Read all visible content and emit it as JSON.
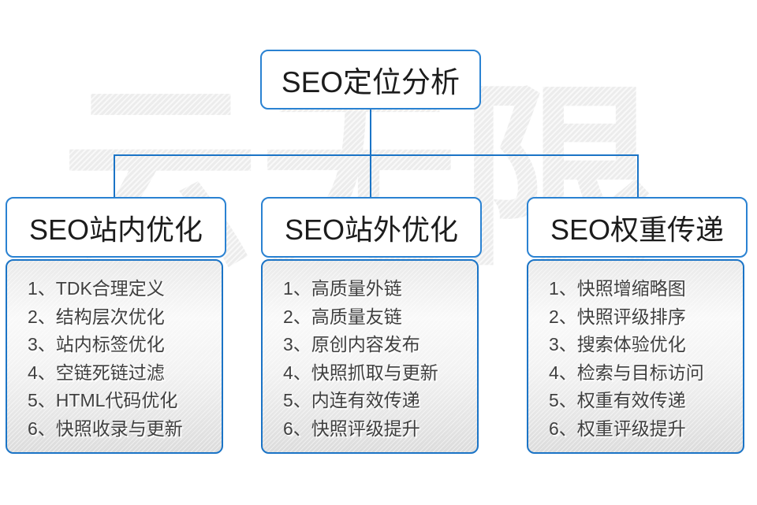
{
  "watermark": {
    "text": "云无限"
  },
  "root": {
    "title": "SEO定位分析"
  },
  "columns": [
    {
      "title": "SEO站内优化",
      "items": [
        "1、TDK合理定义",
        "2、结构层次优化",
        "3、站内标签优化",
        "4、空链死链过滤",
        "5、HTML代码优化",
        "6、快照收录与更新"
      ]
    },
    {
      "title": "SEO站外优化",
      "items": [
        "1、高质量外链",
        "2、高质量友链",
        "3、原创内容发布",
        "4、快照抓取与更新",
        "5、内连有效传递",
        "6、快照评级提升"
      ]
    },
    {
      "title": "SEO权重传递",
      "items": [
        "1、快照增缩略图",
        "2、快照评级排序",
        "3、搜索体验优化",
        "4、检索与目标访问",
        "5、权重有效传递",
        "6、权重评级提升"
      ]
    }
  ],
  "colors": {
    "connector_blue": "#1b74c6",
    "box_border_blue": "#2a82d2",
    "watermark_gray": "#ececec",
    "list_text": "#3f3f3f"
  }
}
